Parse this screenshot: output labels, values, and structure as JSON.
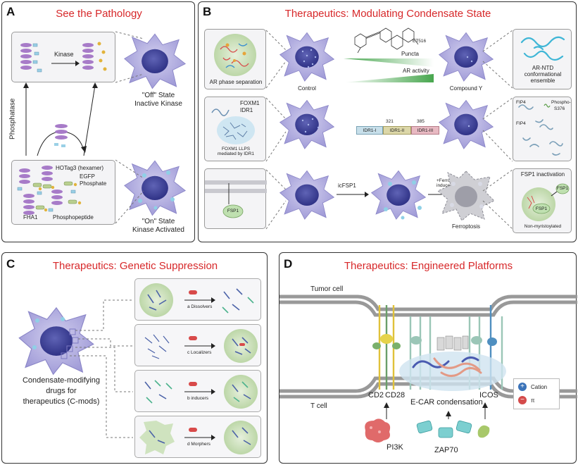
{
  "panel_a": {
    "label": "A",
    "title": "See the Pathology",
    "kinase": "Kinase",
    "phosphatase": "Phosphatase",
    "off_state_line1": "\"Off\" State",
    "off_state_line2": "Inactive Kinase",
    "on_state_line1": "\"On\" State",
    "on_state_line2": "Kinase Activated",
    "hotag": "HOTag3 (hexamer)",
    "egfp": "EGFP",
    "phosphate": "Phosphate",
    "fha1": "FHA1",
    "phosphopeptide": "Phosphopeptide"
  },
  "panel_b": {
    "label": "B",
    "title": "Therapeutics: Modulating Condensate State",
    "row1": {
      "box_left": "AR phase separation",
      "control": "Control",
      "drug": "ET516",
      "puncta": "Puncta",
      "ar_activity": "AR activity",
      "compound": "Compound Y",
      "box_right_line1": "AR-NTD",
      "box_right_line2": "conformational",
      "box_right_line3": "ensemble"
    },
    "row2": {
      "foxm1": "FOXM1",
      "idr1": "IDR1",
      "llps_line1": "FOXM1 LLPS",
      "llps_line2": "mediated by IDR1",
      "seg1": "IDR1-I",
      "seg2": "IDR1-II",
      "seg3": "IDR1-III",
      "n321": "321",
      "n385": "385",
      "fip4_a": "FIP4",
      "phospho": "Phospho-",
      "s376": "S376",
      "fip4_b": "FIP4"
    },
    "row3": {
      "fsp1_left": "FSP1",
      "icfsp1": "icFSP1",
      "inducer_line1": "+Ferroptosis",
      "inducer_line2": "inducer",
      "ferroptosis": "Ferroptosis",
      "inactivation": "FSP1 inactivation",
      "fsp1_a": "FSP1",
      "fsp1_b": "FSP1",
      "non_myr": "Non-myristoylated"
    }
  },
  "panel_c": {
    "label": "C",
    "title": "Therapeutics: Genetic Suppression",
    "desc_line1": "Condensate-modifying",
    "desc_line2": "drugs for",
    "desc_line3": "therapeutics (C-mods)",
    "mods": [
      "a Dissolvers",
      "c Localizers",
      "b inducers",
      "d Morphers"
    ]
  },
  "panel_d": {
    "label": "D",
    "title": "Therapeutics: Engineered Platforms",
    "tumor_cell": "Tumor cell",
    "t_cell": "T cell",
    "cd2": "CD2",
    "cd28": "CD28",
    "icos": "ICOS",
    "ecar": "E-CAR condensation",
    "pi3k": "PI3K",
    "zap70": "ZAP70",
    "cation": "Cation",
    "pi": "π",
    "plus": "+",
    "minus": "−"
  },
  "colors": {
    "title_red": "#d7282a",
    "cell_purple": "#a9a4dc",
    "nucleus": "#3b3f97",
    "condensate": "#c8ddb7",
    "accent_teal": "#4fb7b2"
  }
}
